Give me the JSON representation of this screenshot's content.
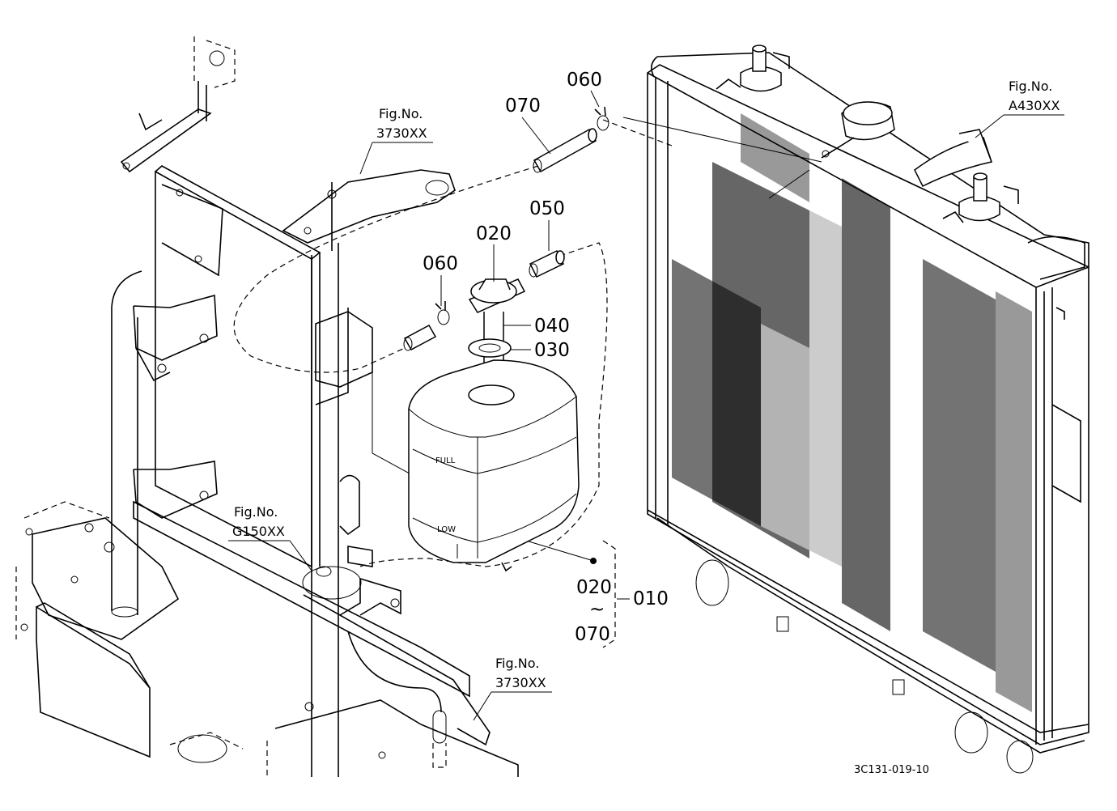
{
  "figure_code": "3C131-019-10",
  "tank_marks": {
    "full": "FULL",
    "low": "LOW"
  },
  "callouts": {
    "p070_top": "070",
    "p060_top": "060",
    "p050": "050",
    "p020": "020",
    "p060_mid": "060",
    "p040": "040",
    "p030": "030",
    "range_start": "020",
    "range_tilde": "~",
    "range_end": "070",
    "assembly": "010"
  },
  "fig_refs": {
    "frame_top": {
      "line1": "Fig.No.",
      "line2": "3730XX"
    },
    "radiator": {
      "line1": "Fig.No.",
      "line2": "A430XX"
    },
    "clamp": {
      "line1": "Fig.No.",
      "line2": "G150XX"
    },
    "frame_bottom": {
      "line1": "Fig.No.",
      "line2": "3730XX"
    }
  }
}
